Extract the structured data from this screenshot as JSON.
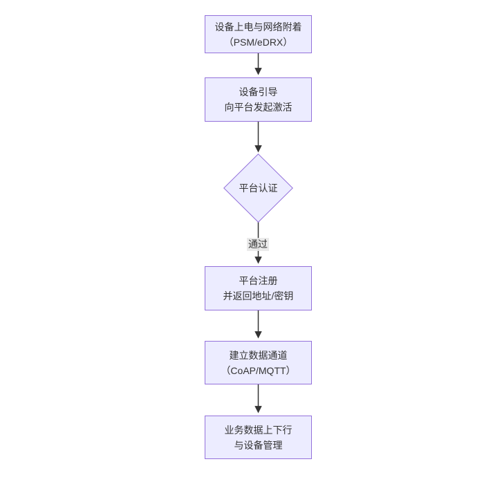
{
  "diagram": {
    "type": "flowchart",
    "direction": "top-down",
    "nodes": [
      {
        "id": "power-attach",
        "shape": "rect",
        "lines": [
          "设备上电与网络附着",
          "（PSM/eDRX）"
        ]
      },
      {
        "id": "bootstrap",
        "shape": "rect",
        "lines": [
          "设备引导",
          "向平台发起激活"
        ]
      },
      {
        "id": "platform-auth",
        "shape": "diamond",
        "lines": [
          "平台认证"
        ]
      },
      {
        "id": "platform-register",
        "shape": "rect",
        "lines": [
          "平台注册",
          "并返回地址/密钥"
        ]
      },
      {
        "id": "data-channel",
        "shape": "rect",
        "lines": [
          "建立数据通道",
          "（CoAP/MQTT）"
        ]
      },
      {
        "id": "business-data",
        "shape": "rect",
        "lines": [
          "业务数据上下行",
          "与设备管理"
        ]
      }
    ],
    "edges": [
      {
        "from": "power-attach",
        "to": "bootstrap",
        "label": ""
      },
      {
        "from": "bootstrap",
        "to": "platform-auth",
        "label": ""
      },
      {
        "from": "platform-auth",
        "to": "platform-register",
        "label": "通过"
      },
      {
        "from": "platform-register",
        "to": "data-channel",
        "label": ""
      },
      {
        "from": "data-channel",
        "to": "business-data",
        "label": ""
      }
    ],
    "colors": {
      "node_fill": "#ECECFF",
      "node_border": "#9370DB",
      "text": "#333333",
      "edge": "#333333",
      "edge_label_bg": "#E8E8E8"
    }
  }
}
